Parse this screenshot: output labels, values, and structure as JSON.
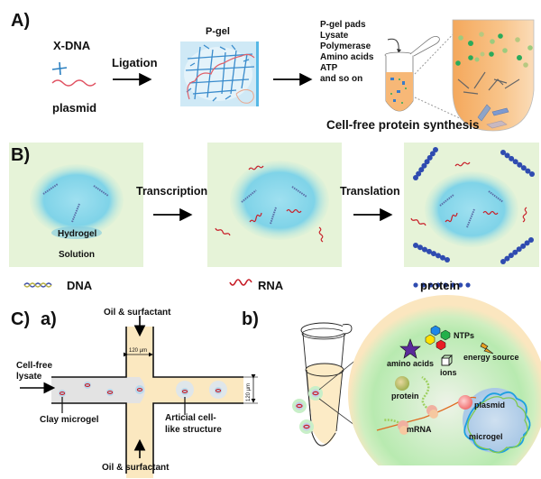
{
  "panel_a": {
    "label": "A)",
    "xdna_label": "X-DNA",
    "plasmid_label": "plasmid",
    "arrow_label": "Ligation",
    "pgel_label": "P-gel",
    "reagents": [
      "P-gel pads",
      "Lysate",
      "Polymerase",
      "Amino acids",
      "ATP",
      "and so on"
    ],
    "caption": "Cell-free protein synthesis"
  },
  "panel_b": {
    "label": "B)",
    "hydrogel_label": "Hydrogel",
    "solution_label": "Solution",
    "transcription_label": "Transcription",
    "translation_label": "Translation",
    "legend": [
      {
        "name": "DNA",
        "icon": "dna-helix-icon"
      },
      {
        "name": "RNA",
        "icon": "rna-strand-icon"
      },
      {
        "name": "protein",
        "icon": "protein-chain-icon"
      }
    ]
  },
  "panel_c": {
    "label": "C)",
    "sub_a_label": "a)",
    "sub_b_label": "b)",
    "oil_top": "Oil & surfactant",
    "oil_bottom": "Oil & surfactant",
    "channel_width_v": "120 µm",
    "channel_width_h": "120 µm",
    "inlet_label_1": "Cell-free",
    "inlet_label_2": "lysate",
    "clay_label": "Clay microgel",
    "artificial_label_1": "Articial cell-",
    "artificial_label_2": "like structure",
    "zoom_labels": {
      "ntps": "NTPs",
      "energy": "energy source",
      "amino": "amino acids",
      "ions": "ions",
      "protein": "protein",
      "plasmid": "plasmid",
      "mrna": "mRNA",
      "microgel": "microgel"
    }
  },
  "colors": {
    "green_bg": "#e6f3d8",
    "hydrogel_blue": "#7fd3e8",
    "rna_red": "#c8202a",
    "protein_blue": "#2f4bb0",
    "lysate_orange": "#f6b36e",
    "channel_cream": "#fbe8c0",
    "channel_grey": "#e3e3e3"
  }
}
